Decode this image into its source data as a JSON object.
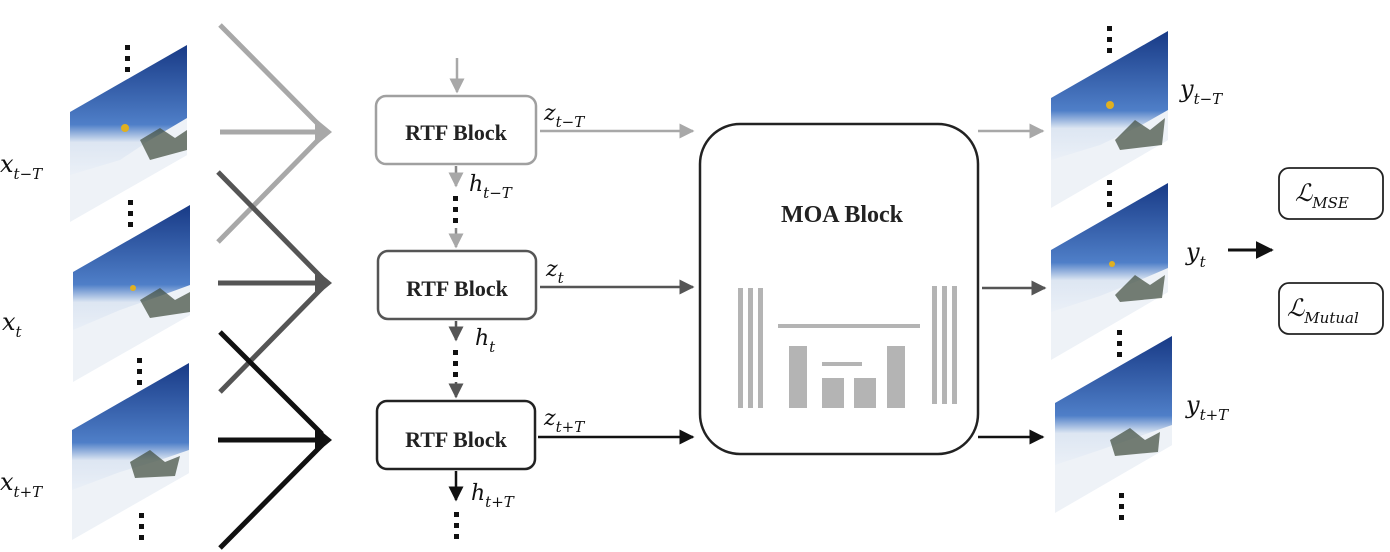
{
  "inputs": [
    {
      "base": "x",
      "sub": "t−T"
    },
    {
      "base": "x",
      "sub": "t"
    },
    {
      "base": "x",
      "sub": "t+T"
    }
  ],
  "outputs": [
    {
      "base": "y",
      "sub": "t−T"
    },
    {
      "base": "y",
      "sub": "t"
    },
    {
      "base": "y",
      "sub": "t+T"
    }
  ],
  "rtf_blocks": [
    {
      "label": "RTF Block",
      "z_base": "z",
      "z_sub": "t−T",
      "h_base": "h",
      "h_sub": "t−T"
    },
    {
      "label": "RTF Block",
      "z_base": "z",
      "z_sub": "t",
      "h_base": "h",
      "h_sub": "t"
    },
    {
      "label": "RTF Block",
      "z_base": "z",
      "z_sub": "t+T",
      "h_base": "h",
      "h_sub": "t+T"
    }
  ],
  "moa_block": {
    "label": "MOA Block"
  },
  "losses": [
    {
      "base": "ℒ",
      "sub": "MSE"
    },
    {
      "base": "ℒ",
      "sub": "Mutual"
    }
  ],
  "colors": {
    "level_0": "#a8a8a8",
    "level_1": "#555555",
    "level_2": "#111111",
    "moa_bars": "#b4b4b4",
    "sky": "#2a4f9a",
    "snow": "#eef2f7"
  }
}
